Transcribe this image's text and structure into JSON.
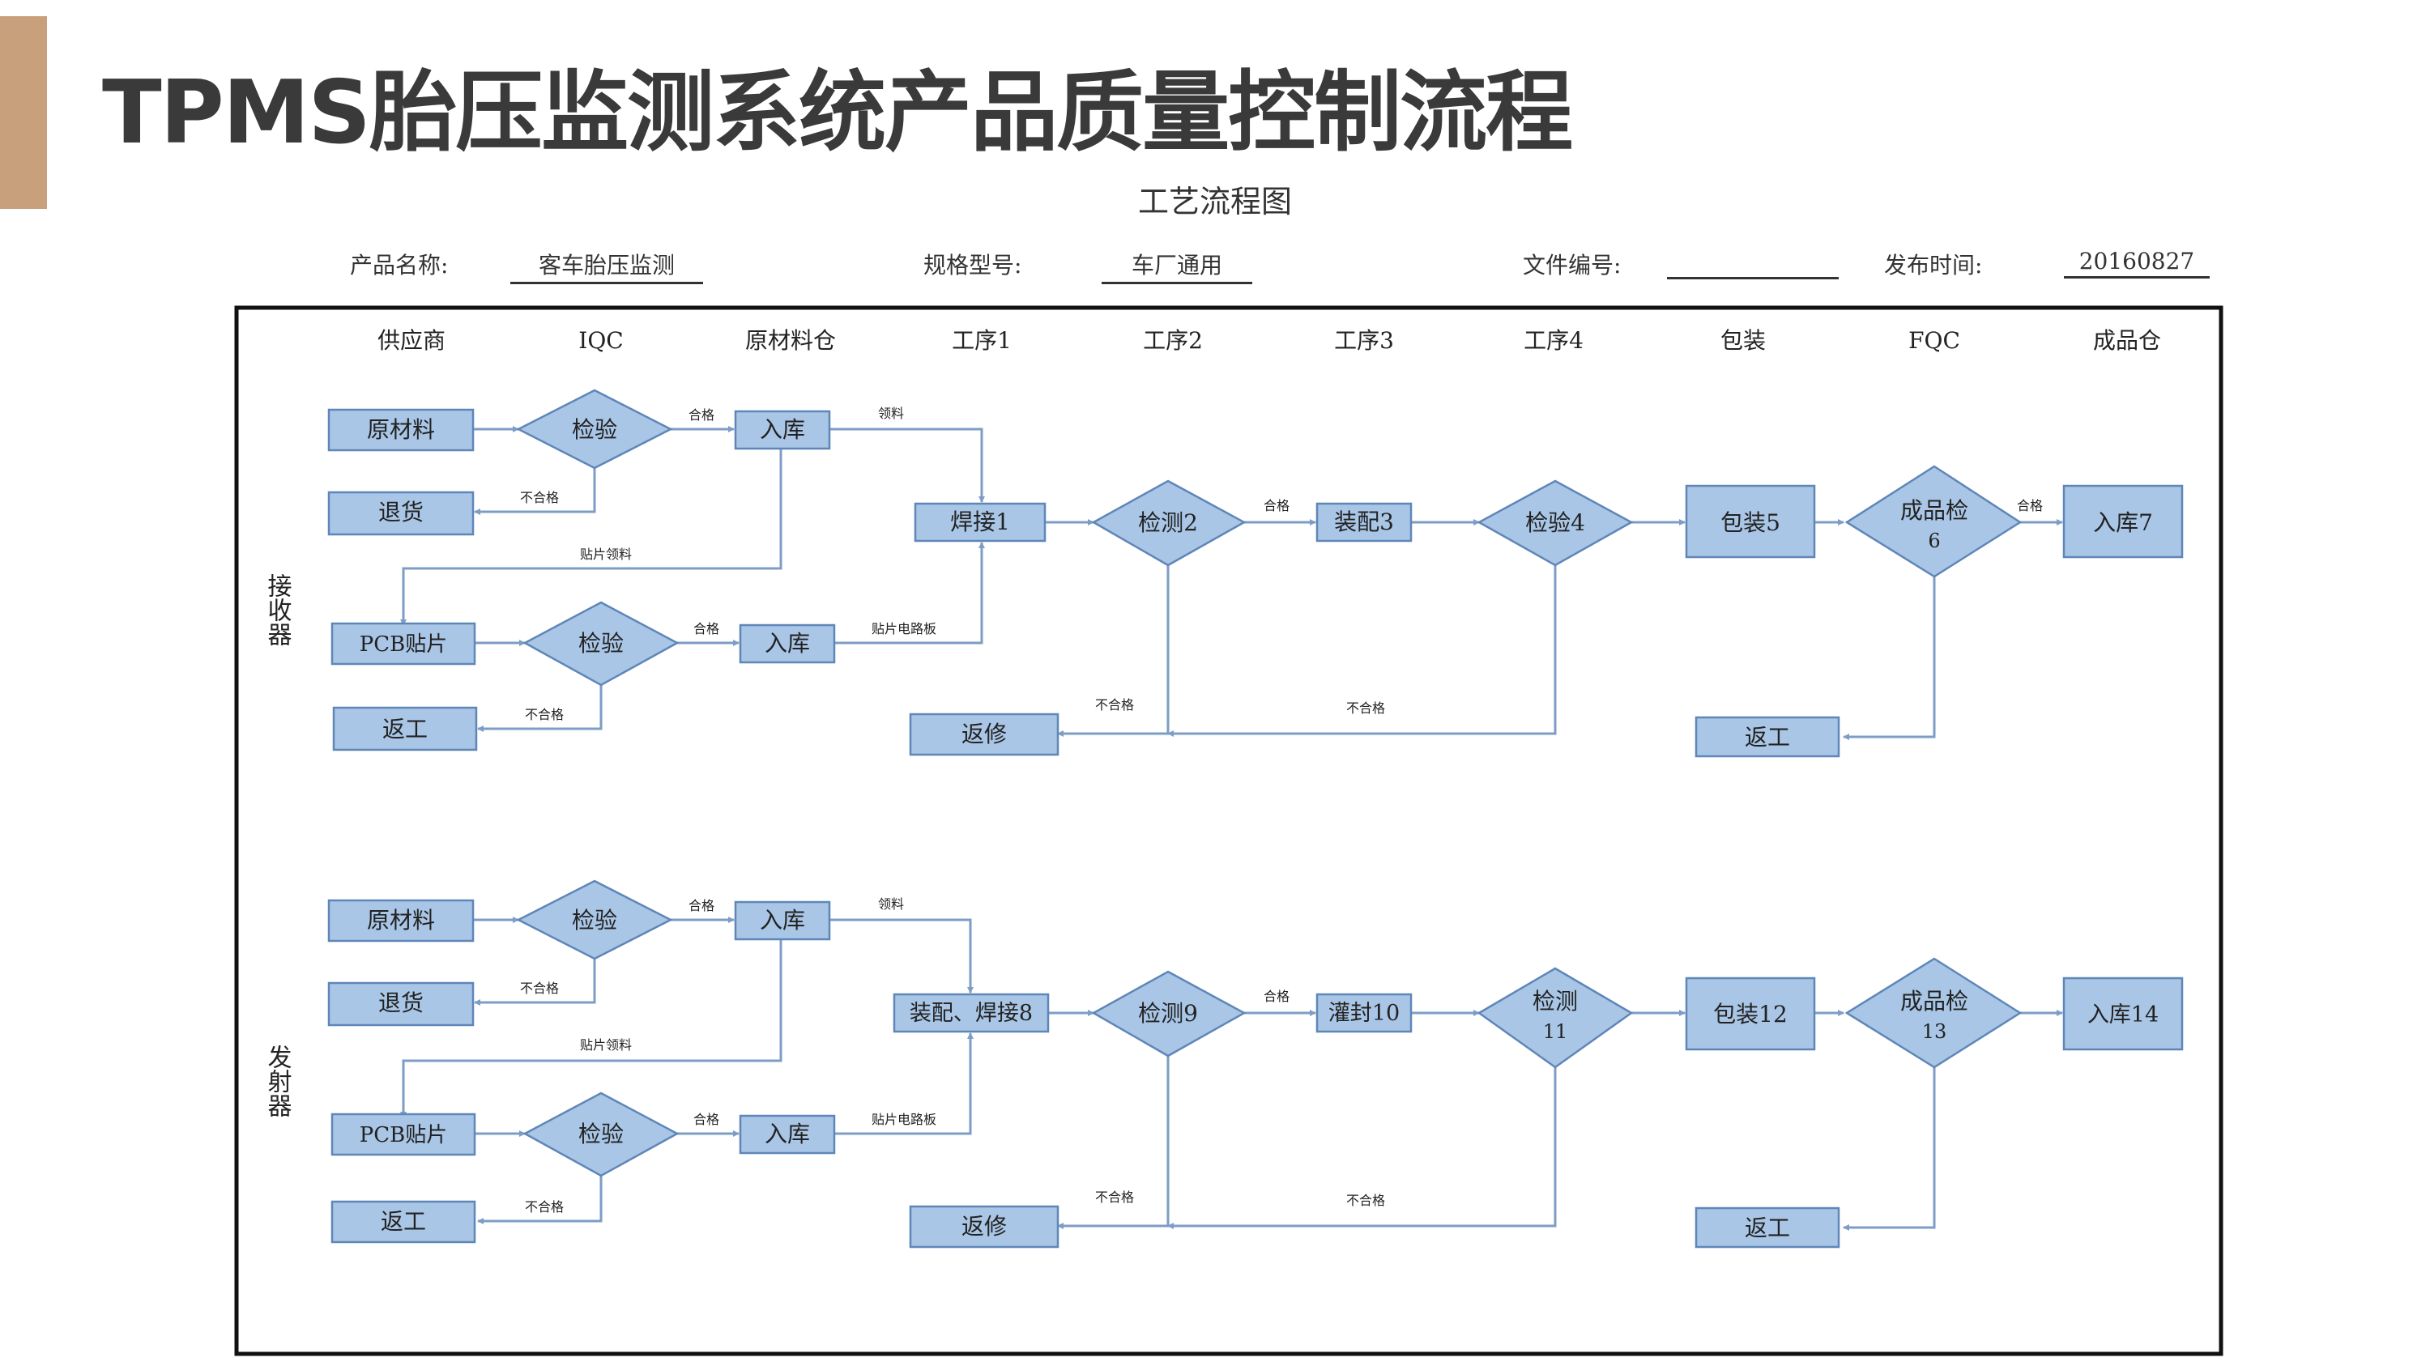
{
  "page": {
    "title": "TPMS胎压监测系统产品质量控制流程",
    "accent_color": "#c8a07c"
  },
  "chart": {
    "title": "工艺流程图",
    "meta": {
      "product_name_label": "产品名称:",
      "product_name_value": "客车胎压监测",
      "spec_label": "规格型号:",
      "spec_value": "车厂通用",
      "doc_no_label": "文件编号:",
      "doc_no_value": "",
      "release_label": "发布时间:",
      "release_value": "20160827"
    },
    "columns": [
      "供应商",
      "IQC",
      "原材料仓",
      "工序1",
      "工序2",
      "工序3",
      "工序4",
      "包装",
      "FQC",
      "成品仓"
    ],
    "box_color": "#a9c6e6",
    "line_color": "#7d9dc6"
  },
  "receiver": {
    "label": "接收器",
    "raw": "原材料",
    "check_a": "检验",
    "return_goods": "退货",
    "stock_a": "入库",
    "pcb": "PCB贴片",
    "check_b": "检验",
    "rework_a": "返工",
    "stock_b": "入库",
    "step1": "焊接1",
    "step2": "检测2",
    "step3": "装配3",
    "step4": "检验4",
    "repair": "返修",
    "pack": "包装5",
    "fqc_line1": "成品检",
    "fqc_line2": "6",
    "rework_b": "返工",
    "final": "入库7",
    "edges": {
      "ok": "合格",
      "ng": "不合格",
      "pick": "领料",
      "smt_pick": "贴片领料",
      "pcb_board": "贴片电路板"
    }
  },
  "transmitter": {
    "label": "发射器",
    "raw": "原材料",
    "check_a": "检验",
    "return_goods": "退货",
    "stock_a": "入库",
    "pcb": "PCB贴片",
    "check_b": "检验",
    "rework_a": "返工",
    "stock_b": "入库",
    "step1": "装配、焊接8",
    "step2": "检测9",
    "step3": "灌封10",
    "step4_line1": "检测",
    "step4_line2": "11",
    "repair": "返修",
    "pack": "包装12",
    "fqc_line1": "成品检",
    "fqc_line2": "13",
    "final": "入库14",
    "rework_b": "返工",
    "edges": {
      "ok": "合格",
      "ng": "不合格",
      "pick": "领料",
      "smt_pick": "贴片领料",
      "pcb_board": "贴片电路板"
    }
  }
}
